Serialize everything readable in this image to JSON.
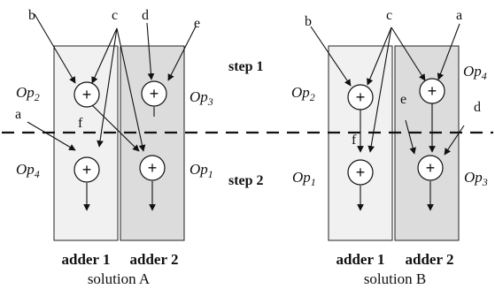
{
  "steps": {
    "step1": "step 1",
    "step2": "step 2"
  },
  "adders": {
    "adder1": "adder 1",
    "adder2": "adder 2"
  },
  "operator_symbol": "+",
  "solution_a": {
    "caption": "solution A",
    "inputs": {
      "a": "a",
      "b": "b",
      "c": "c",
      "d": "d",
      "e": "e",
      "f": "f"
    },
    "ops": {
      "op2": {
        "base": "Op",
        "sub": "2"
      },
      "op3": {
        "base": "Op",
        "sub": "3"
      },
      "op4": {
        "base": "Op",
        "sub": "4"
      },
      "op1": {
        "base": "Op",
        "sub": "1"
      }
    }
  },
  "solution_b": {
    "caption": "solution B",
    "inputs": {
      "a": "a",
      "b": "b",
      "c": "c",
      "d": "d",
      "e": "e",
      "f": "f"
    },
    "ops": {
      "op2": {
        "base": "Op",
        "sub": "2"
      },
      "op4": {
        "base": "Op",
        "sub": "4"
      },
      "op1": {
        "base": "Op",
        "sub": "1"
      },
      "op3": {
        "base": "Op",
        "sub": "3"
      }
    }
  }
}
